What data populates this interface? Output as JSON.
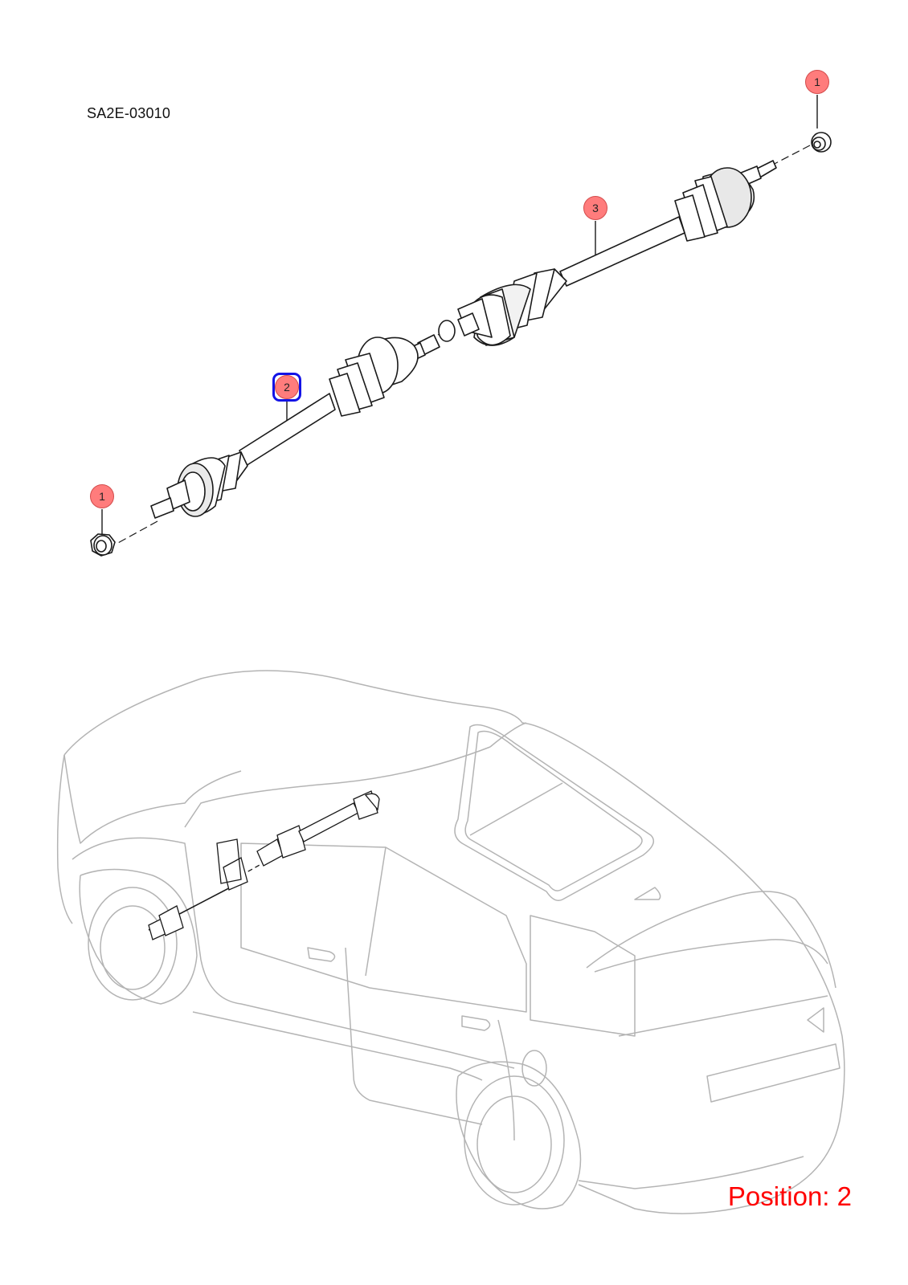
{
  "diagram": {
    "code": "SA2E-03010",
    "position_label": "Position: 2",
    "selected_callout": "2",
    "colors": {
      "callout_fill": "#ff7c7c",
      "highlight": "#1313e6",
      "position_text": "#ff0000",
      "part_line": "#1a1a1a",
      "car_line": "#b4b4b4"
    }
  },
  "callouts": [
    {
      "id": "callout-1-top",
      "label": "1"
    },
    {
      "id": "callout-3",
      "label": "3"
    },
    {
      "id": "callout-2",
      "label": "2"
    },
    {
      "id": "callout-1-bottom",
      "label": "1"
    }
  ]
}
